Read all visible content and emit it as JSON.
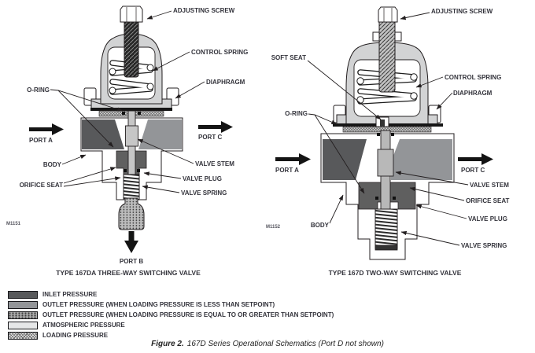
{
  "figure": {
    "caption_prefix": "Figure 2.",
    "caption": "167D Series Operational Schematics (Port D not shown)"
  },
  "left_valve": {
    "drawing_code": "M1151",
    "title": "TYPE 167DA THREE-WAY SWITCHING VALVE",
    "labels": {
      "adjusting_screw": "ADJUSTING SCREW",
      "control_spring": "CONTROL SPRING",
      "diaphragm": "DIAPHRAGM",
      "o_ring": "O-RING",
      "port_a": "PORT A",
      "port_b": "PORT B",
      "port_c": "PORT C",
      "body": "BODY",
      "orifice_seat": "ORIFICE SEAT",
      "valve_stem": "VALVE STEM",
      "valve_plug": "VALVE PLUG",
      "valve_spring": "VALVE SPRING"
    }
  },
  "right_valve": {
    "drawing_code": "M1152",
    "title": "TYPE 167D TWO-WAY SWITCHING VALVE",
    "labels": {
      "adjusting_screw": "ADJUSTING SCREW",
      "soft_seat": "SOFT SEAT",
      "control_spring": "CONTROL SPRING",
      "diaphragm": "DIAPHRAGM",
      "o_ring": "O-RING",
      "port_a": "PORT A",
      "port_c": "PORT C",
      "body": "BODY",
      "orifice_seat": "ORIFICE SEAT",
      "valve_stem": "VALVE STEM",
      "valve_plug": "VALVE PLUG",
      "valve_spring": "VALVE SPRING"
    }
  },
  "legend": {
    "items": [
      {
        "key": "inlet",
        "label": "INLET PRESSURE",
        "color": "#58595B"
      },
      {
        "key": "outlet_low",
        "label": "OUTLET PRESSURE (WHEN LOADING PRESSURE IS LESS THAN SETPOINT)",
        "color": "#939598"
      },
      {
        "key": "outlet_high",
        "label": "OUTLET PRESSURE (WHEN LOADING PRESSURE IS EQUAL TO OR GREATER THAN SETPOINT)",
        "color": "dot-pattern"
      },
      {
        "key": "atmospheric",
        "label": "ATMOSPHERIC PRESSURE",
        "color": "#E6E7E8"
      },
      {
        "key": "loading",
        "label": "LOADING PRESSURE",
        "color": "crosshatch-pattern"
      }
    ]
  },
  "colors": {
    "inlet_pressure": "#58595B",
    "outlet_pressure": "#939598",
    "atmospheric_pressure": "#E6E7E8",
    "bonnet_casting": "#D2D3D4",
    "outline": "#231F20"
  }
}
